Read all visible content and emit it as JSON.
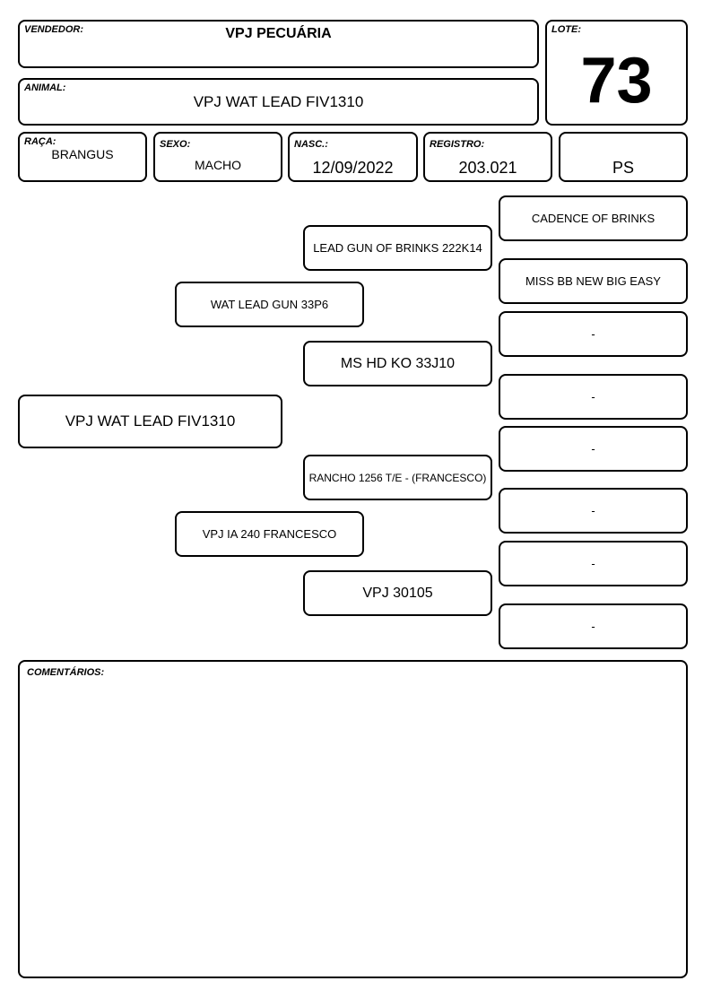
{
  "header": {
    "vendedor_label": "VENDEDOR:",
    "vendedor": "VPJ PECUÁRIA",
    "lote_label": "LOTE:",
    "lote": "73",
    "animal_label": "ANIMAL:",
    "animal": "VPJ WAT LEAD FIV1310"
  },
  "info": {
    "raca_label": "RAÇA:",
    "raca": "BRANGUS",
    "sexo_label": "SEXO:",
    "sexo": "MACHO",
    "nasc_label": "NASC.:",
    "nasc": "12/09/2022",
    "registro_label": "REGISTRO:",
    "registro": "203.021",
    "categoria": "PS"
  },
  "pedigree": {
    "animal": "VPJ WAT LEAD FIV1310",
    "sire": "WAT LEAD GUN 33P6",
    "sire_sire": "LEAD GUN OF BRINKS 222K14",
    "sire_dam": "MS HD KO 33J10",
    "dam": "VPJ IA 240 FRANCESCO",
    "dam_sire": "RANCHO 1256 T/E  - (FRANCESCO)",
    "dam_dam": "VPJ 30105",
    "gg1": "CADENCE OF BRINKS",
    "gg2": "MISS BB NEW BIG EASY",
    "gg3": "-",
    "gg4": "-",
    "gg5": "-",
    "gg6": "-",
    "gg7": "-",
    "gg8": "-"
  },
  "comments": {
    "label": "COMENTÁRIOS:",
    "text": ""
  }
}
